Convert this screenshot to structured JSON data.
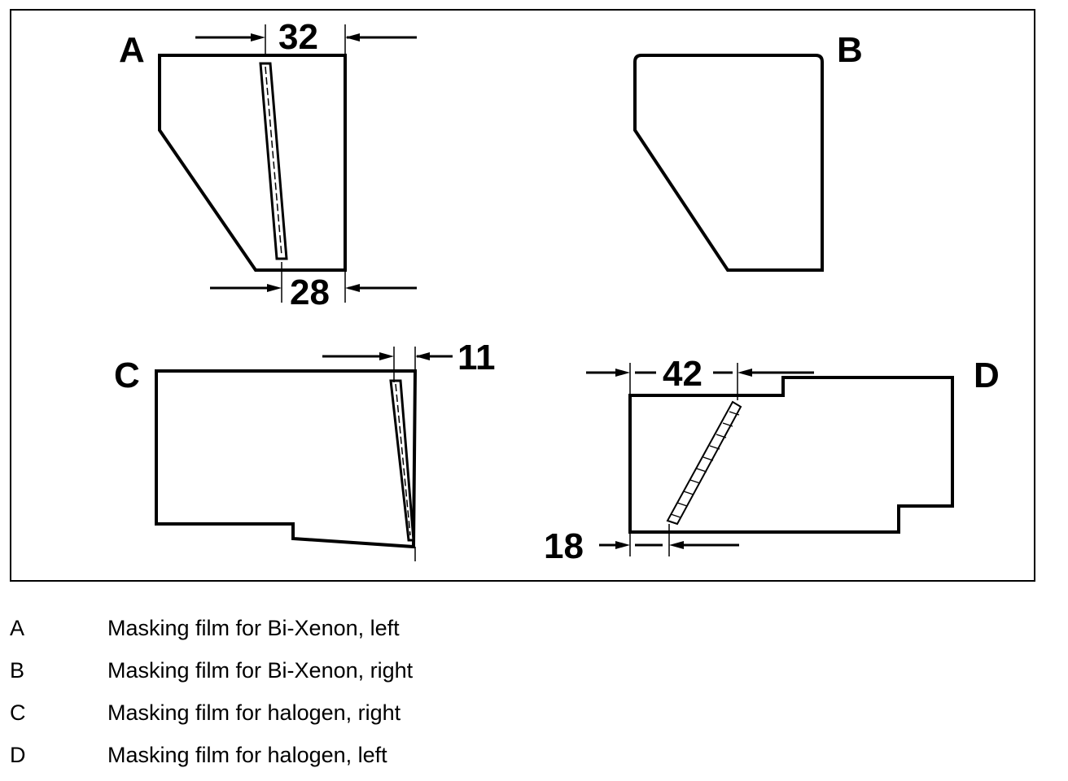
{
  "panels": {
    "a": {
      "label": "A",
      "dims": {
        "top": "32",
        "bottom": "28"
      }
    },
    "b": {
      "label": "B"
    },
    "c": {
      "label": "C",
      "dims": {
        "top": "11"
      }
    },
    "d": {
      "label": "D",
      "dims": {
        "top": "42",
        "bottom": "18"
      }
    }
  },
  "legend": [
    {
      "key": "A",
      "text": "Masking film for Bi-Xenon, left"
    },
    {
      "key": "B",
      "text": "Masking film for Bi-Xenon, right"
    },
    {
      "key": "C",
      "text": "Masking film for halogen, right"
    },
    {
      "key": "D",
      "text": "Masking film for halogen, left"
    }
  ]
}
